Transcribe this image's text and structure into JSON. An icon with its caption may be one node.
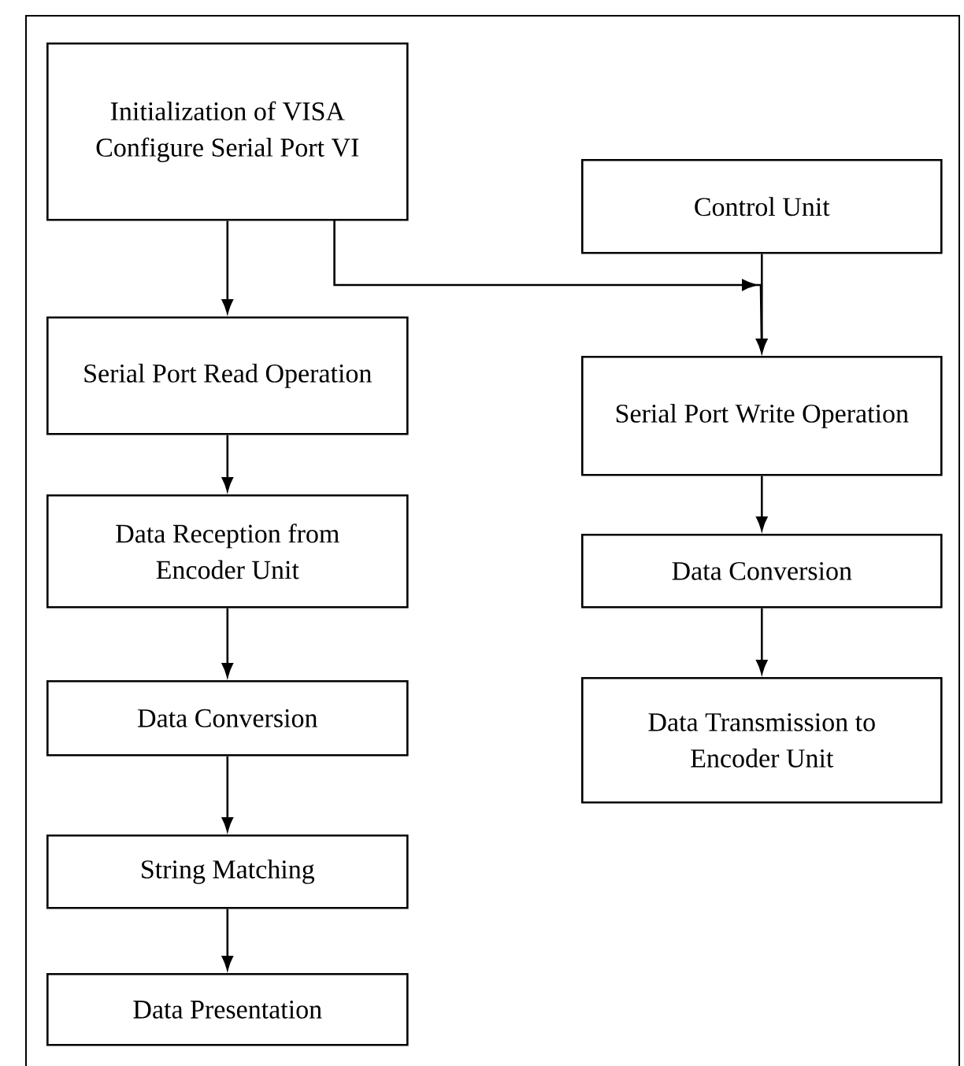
{
  "diagram": {
    "nodes": [
      {
        "text": [
          "Initialization of VISA Configure Serial Port VI"
        ]
      },
      {
        "text": [
          "Serial Port Read Operation"
        ]
      },
      {
        "text": [
          "Data Reception from Encoder Unit"
        ]
      },
      {
        "text": [
          "Data Conversion"
        ]
      },
      {
        "text": [
          "String Matching"
        ]
      },
      {
        "text": [
          "Data Presentation"
        ]
      },
      {
        "text": [
          "Control Unit"
        ]
      },
      {
        "text": [
          "Serial Port Write Operation"
        ]
      },
      {
        "text": [
          "Data Conversion"
        ]
      },
      {
        "text": [
          "Data Transmission to Encoder Unit"
        ]
      }
    ],
    "edges": [
      {
        "from": 0,
        "to": 1,
        "arrow": "to"
      },
      {
        "from": 1,
        "to": 2,
        "arrow": "to"
      },
      {
        "from": 2,
        "to": 3,
        "arrow": "to"
      },
      {
        "from": 3,
        "to": 4,
        "arrow": "to"
      },
      {
        "from": 4,
        "to": 5,
        "arrow": "to"
      },
      {
        "from": 0,
        "to": 7,
        "arrow": "to"
      },
      {
        "from": 6,
        "to": 7,
        "arrow": "to"
      },
      {
        "from": 7,
        "to": 8,
        "arrow": "to"
      },
      {
        "from": 8,
        "to": 9,
        "arrow": "to"
      }
    ]
  }
}
